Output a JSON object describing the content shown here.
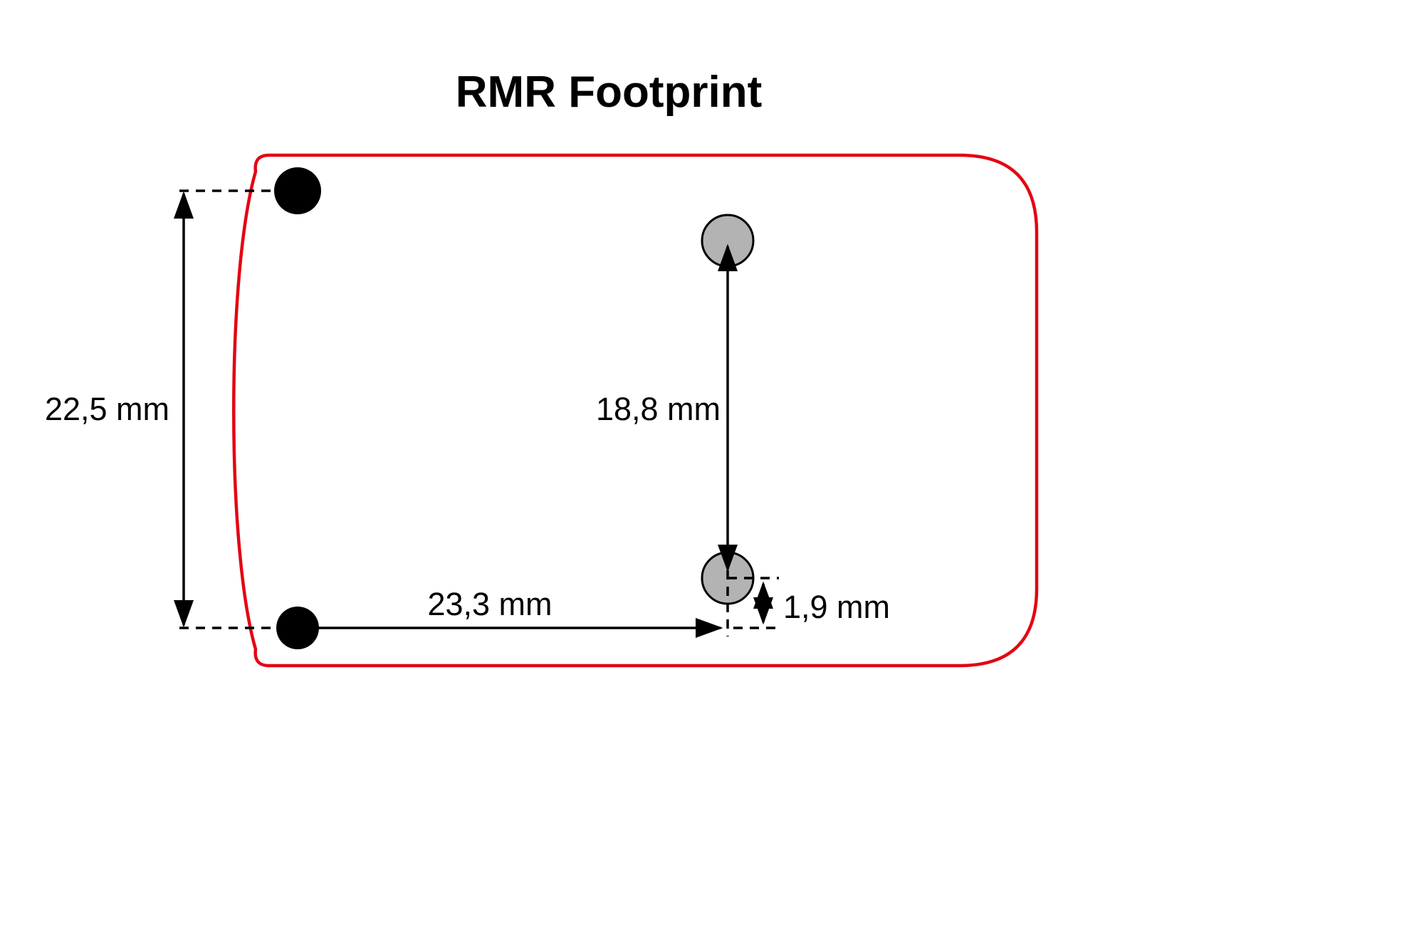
{
  "title": "RMR Footprint",
  "dimensions": {
    "hole_spacing_vertical": "22,5 mm",
    "post_spacing_vertical": "18,8 mm",
    "hole_to_post_horizontal": "23,3 mm",
    "post_offset_vertical": "1,9 mm"
  },
  "colors": {
    "outline_red": "#e30613",
    "hole_black": "#000000",
    "post_gray": "#b3b3b3",
    "dimension_black": "#000000"
  }
}
